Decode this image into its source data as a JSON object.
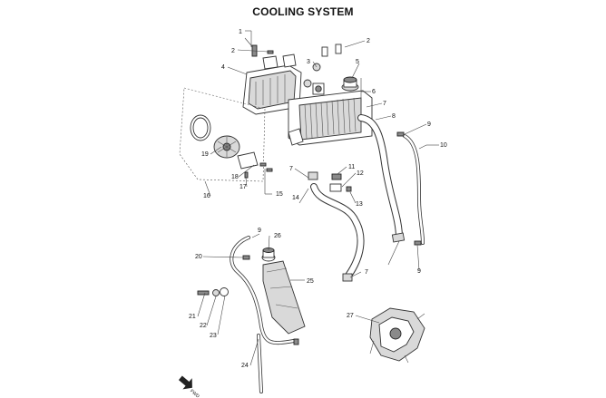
{
  "title": "COOLING SYSTEM",
  "forward_marker": "FWD",
  "callouts": [
    "1",
    "2",
    "2",
    "3",
    "4",
    "5",
    "6",
    "7",
    "8",
    "9",
    "10",
    "11",
    "12",
    "13",
    "14",
    "15",
    "16",
    "17",
    "18",
    "19",
    "7",
    "20",
    "9",
    "26",
    "25",
    "21",
    "22",
    "23",
    "24",
    "7",
    "9",
    "27"
  ]
}
